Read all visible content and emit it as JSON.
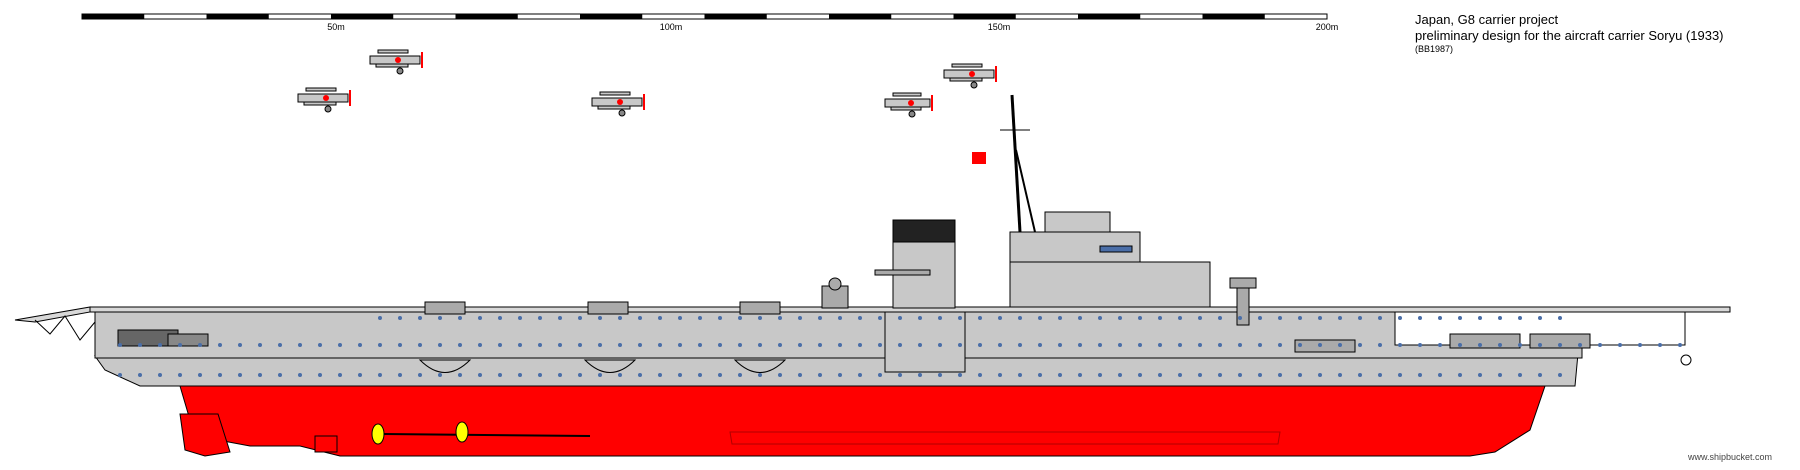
{
  "title": {
    "line1": "Japan, G8 carrier project",
    "line2": "preliminary  design for the aircraft carrier Soryu (1933)",
    "line3": "(BB1987)"
  },
  "scale_bar": {
    "labels": [
      "50m",
      "100m",
      "150m",
      "200m"
    ],
    "max_m": 200,
    "segment_m": 10
  },
  "credit": "www.shipbucket.com",
  "colors": {
    "hull_grey": "#c8c8c8",
    "hull_red": "#ff0000",
    "outline": "#000000",
    "window_blue": "#4a6ea8",
    "flag_red": "#ff0000",
    "propeller_yellow": "#ffff00"
  }
}
